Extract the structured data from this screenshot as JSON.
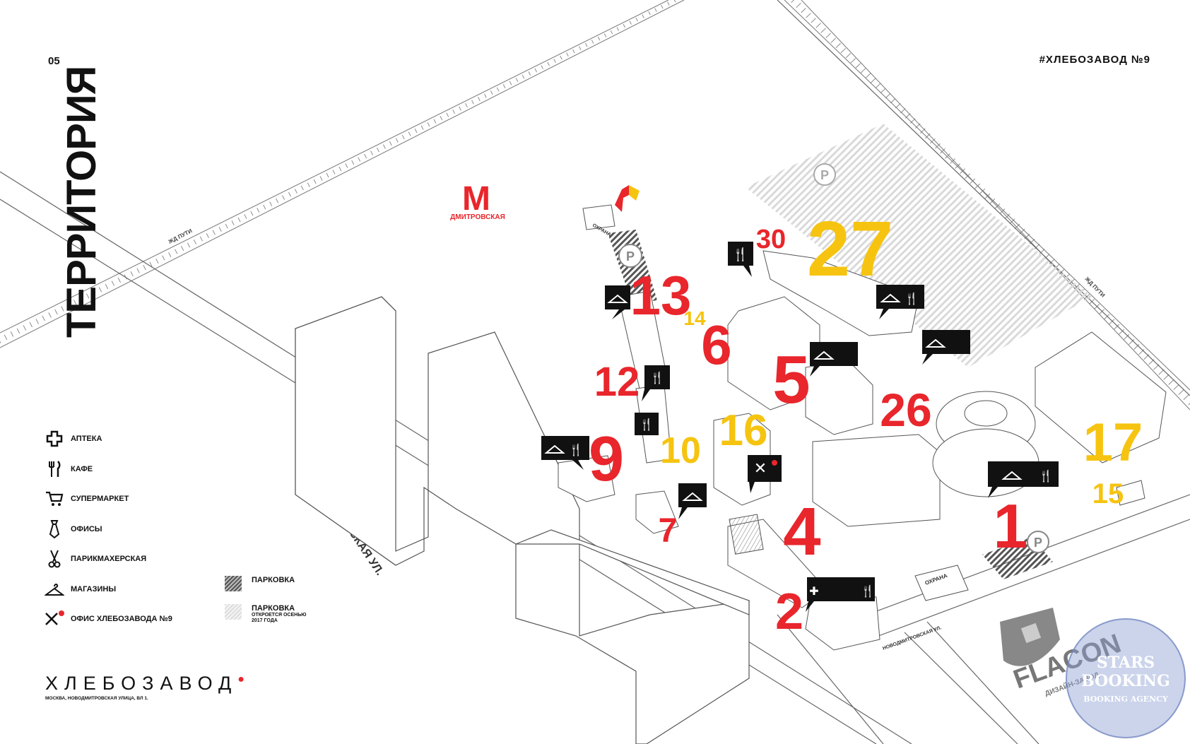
{
  "header": {
    "page_number": "05",
    "hashtag": "#ХЛЕБОЗАВОД №9"
  },
  "title": "ТЕРРИТОРИЯ",
  "map": {
    "metro_label": "ДМИТРОВСКАЯ",
    "metro_symbol": "M",
    "rail_labels": [
      "ЖД ПУТИ",
      "ЖД ПУТИ"
    ],
    "streets": [
      "БУТЫРСКАЯ УЛ.",
      "НОВОДМИТРОВСКАЯ УЛ."
    ],
    "security_labels": [
      "ОХРАНА",
      "ОХРАНА"
    ],
    "parking_symbol": "P",
    "neighbor_brand": "FLACON",
    "neighbor_sub": "ДИЗАЙН-ЗАВОД",
    "building_numbers": [
      {
        "label": "1",
        "color": "red"
      },
      {
        "label": "2",
        "color": "red"
      },
      {
        "label": "4",
        "color": "red"
      },
      {
        "label": "5",
        "color": "red"
      },
      {
        "label": "6",
        "color": "red"
      },
      {
        "label": "7",
        "color": "red"
      },
      {
        "label": "9",
        "color": "red"
      },
      {
        "label": "10",
        "color": "yellow"
      },
      {
        "label": "12",
        "color": "red"
      },
      {
        "label": "13",
        "color": "red"
      },
      {
        "label": "14",
        "color": "yellow"
      },
      {
        "label": "15",
        "color": "yellow"
      },
      {
        "label": "16",
        "color": "yellow"
      },
      {
        "label": "17",
        "color": "yellow"
      },
      {
        "label": "26",
        "color": "red"
      },
      {
        "label": "27",
        "color": "yellow"
      },
      {
        "label": "30",
        "color": "red"
      }
    ]
  },
  "legend": [
    {
      "icon": "pharmacy-icon",
      "label": "АПТЕКА"
    },
    {
      "icon": "cafe-icon",
      "label": "КАФЕ"
    },
    {
      "icon": "supermarket-icon",
      "label": "СУПЕРМАРКЕТ"
    },
    {
      "icon": "offices-icon",
      "label": "ОФИСЫ"
    },
    {
      "icon": "hairdresser-icon",
      "label": "ПАРИКМАХЕРСКАЯ"
    },
    {
      "icon": "shops-icon",
      "label": "МАГАЗИНЫ"
    },
    {
      "icon": "office-hlebozavod-icon",
      "label": "ОФИС ХЛЕБОЗАВОДА №9"
    }
  ],
  "parking_legend": [
    {
      "label": "ПАРКОВКА"
    },
    {
      "label": "ПАРКОВКА",
      "note": "ОТКРОЕТСЯ ОСЕНЬЮ 2017 ГОДА"
    }
  ],
  "logo": {
    "wordmark": "ХЛЕБОЗАВОД",
    "address": "МОСКВА, НОВОДМИТРОВСКАЯ УЛИЦА, ВЛ 1."
  },
  "watermark": {
    "line1": "STARS",
    "line2": "BOOKING",
    "line3": "BOOKING AGENCY"
  },
  "colors": {
    "red": "#e8262c",
    "yellow": "#f6c410",
    "black": "#111111",
    "outline": "#555555"
  }
}
